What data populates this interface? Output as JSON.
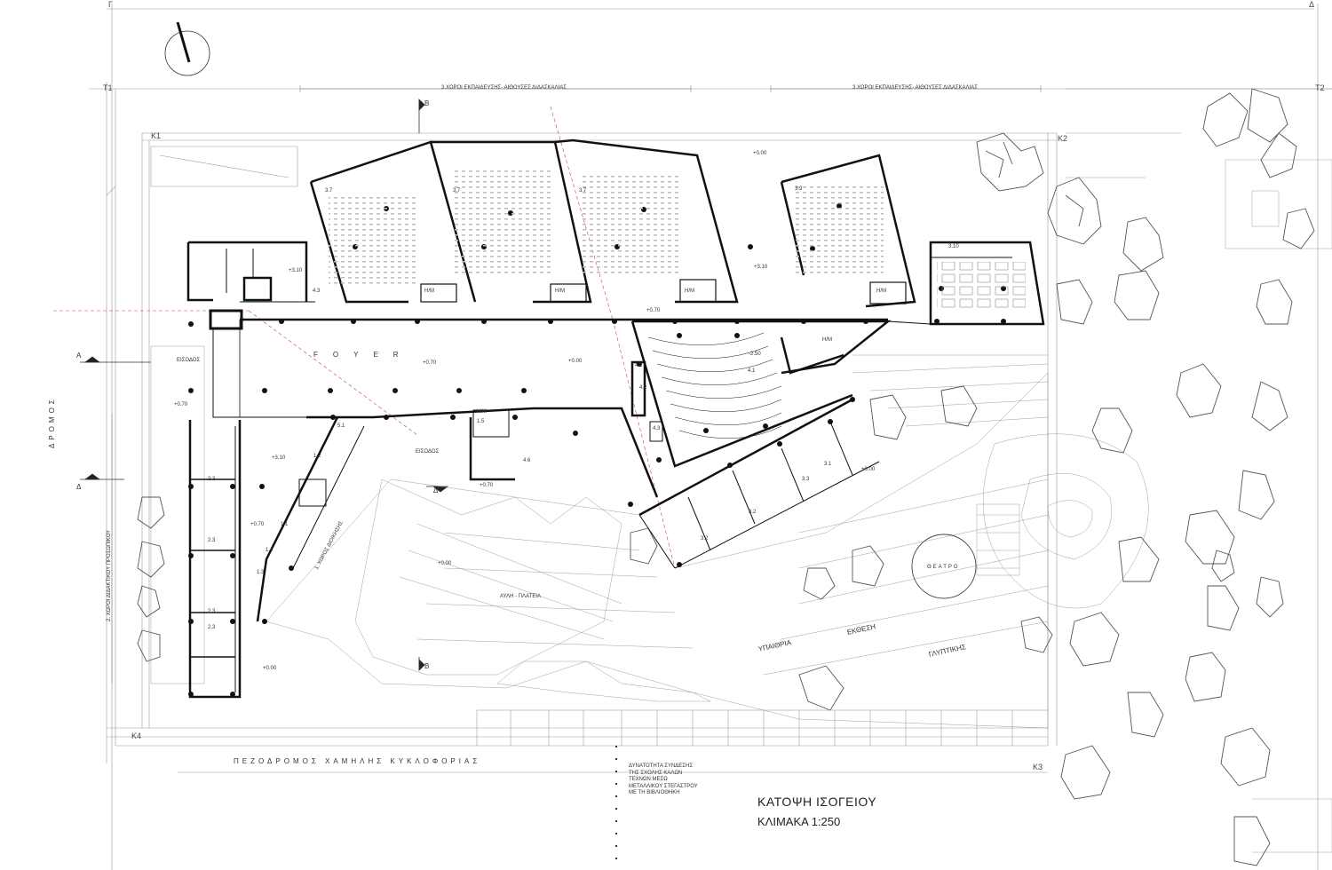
{
  "drawing": {
    "title": "ΚΑΤΟΨΗ ΙΣΟΓΕΙΟΥ",
    "scale": "ΚΛΙΜΑΚΑ 1:250"
  },
  "grid": {
    "top_left": "Γ",
    "top_right": "Δ",
    "t1": "Τ1",
    "t2": "Τ2",
    "k1": "Κ1",
    "k2": "Κ2",
    "k3": "Κ3",
    "k4": "Κ4"
  },
  "zones": {
    "teaching_left": "3.ΧΩΡΟΙ ΕΚΠΑΙΔΕΥΣΗΣ- ΑΙΘΟΥΣΕΣ ΔΙΔΑΣΚΑΛΙΑΣ",
    "teaching_right": "3.ΧΩΡΟΙ ΕΚΠΑΙΔΕΥΣΗΣ- ΑΙΘΟΥΣΕΣ ΔΙΔΑΣΚΑΛΙΑΣ",
    "admin": "2. ΧΩΡΟΙ ΔΙΔΑΚΤΙΚΟΥ ΠΡΟΣΩΠΙΚΟΥ",
    "bookstore": "1. ΧΩΡΟΣ ΔΙΟΙΚΗΣΗΣ"
  },
  "labels": {
    "road_west": "ΔΡΟΜΟΣ",
    "road_south": "ΠΕΖΟΔΡΟΜΟΣ ΧΑΜΗΛΗΣ ΚΥΚΛΟΦΟΡΙΑΣ",
    "foyer": "FOYER",
    "entrance_w": "ΕΙΣΟΔΟΣ",
    "entrance_s": "ΕΙΣΟΔΟΣ",
    "courtyard": "ΑΥΛΗ - ΠΛΑΤΕΙΑ",
    "theatre": "ΘΕΑΤΡΟ",
    "outdoor_exhibit_a": "ΥΠΑΙΘΡΙΑ",
    "outdoor_exhibit_b": "ΕΚΘΕΣΗ",
    "outdoor_exhibit_c": "ΓΛΥΠΤΙΚΗΣ",
    "connection_note": [
      "ΔΥΝΑΤΟΤΗΤΑ ΣΥΝΔΕΣΗΣ",
      "ΤΗΣ ΣΧΟΛΗΣ ΚΑΛΩΝ",
      "ΤΕΧΝΩΝ ΜΕΣΩ",
      "ΜΕΤΑΛΛΙΚΟΥ ΣΤΕΓΑΣΤΡΟΥ",
      "ΜΕ ΤΗ ΒΙΒΛΙΟΘΗΚΗ"
    ],
    "hm": "Η/Μ",
    "section_a": "Α",
    "section_b": "Β",
    "section_d": "Δ"
  },
  "levels": {
    "l070": "+0.70",
    "l000": "+0.00",
    "l_250": "-2.50",
    "l310": "+3.10"
  },
  "rooms": {
    "r37": "3.7",
    "r39": "3.9",
    "r310": "3.10",
    "r31": "3.1",
    "r32": "3.2",
    "r33": "3.3",
    "r41": "4.1",
    "r42": "4.2",
    "r43": "4.3",
    "r46": "4.6",
    "r51": "5.1",
    "r11": "1.1",
    "r12": "1.2",
    "r13": "1.3",
    "r14": "1.4",
    "r15": "1.5",
    "r23": "2.3"
  }
}
